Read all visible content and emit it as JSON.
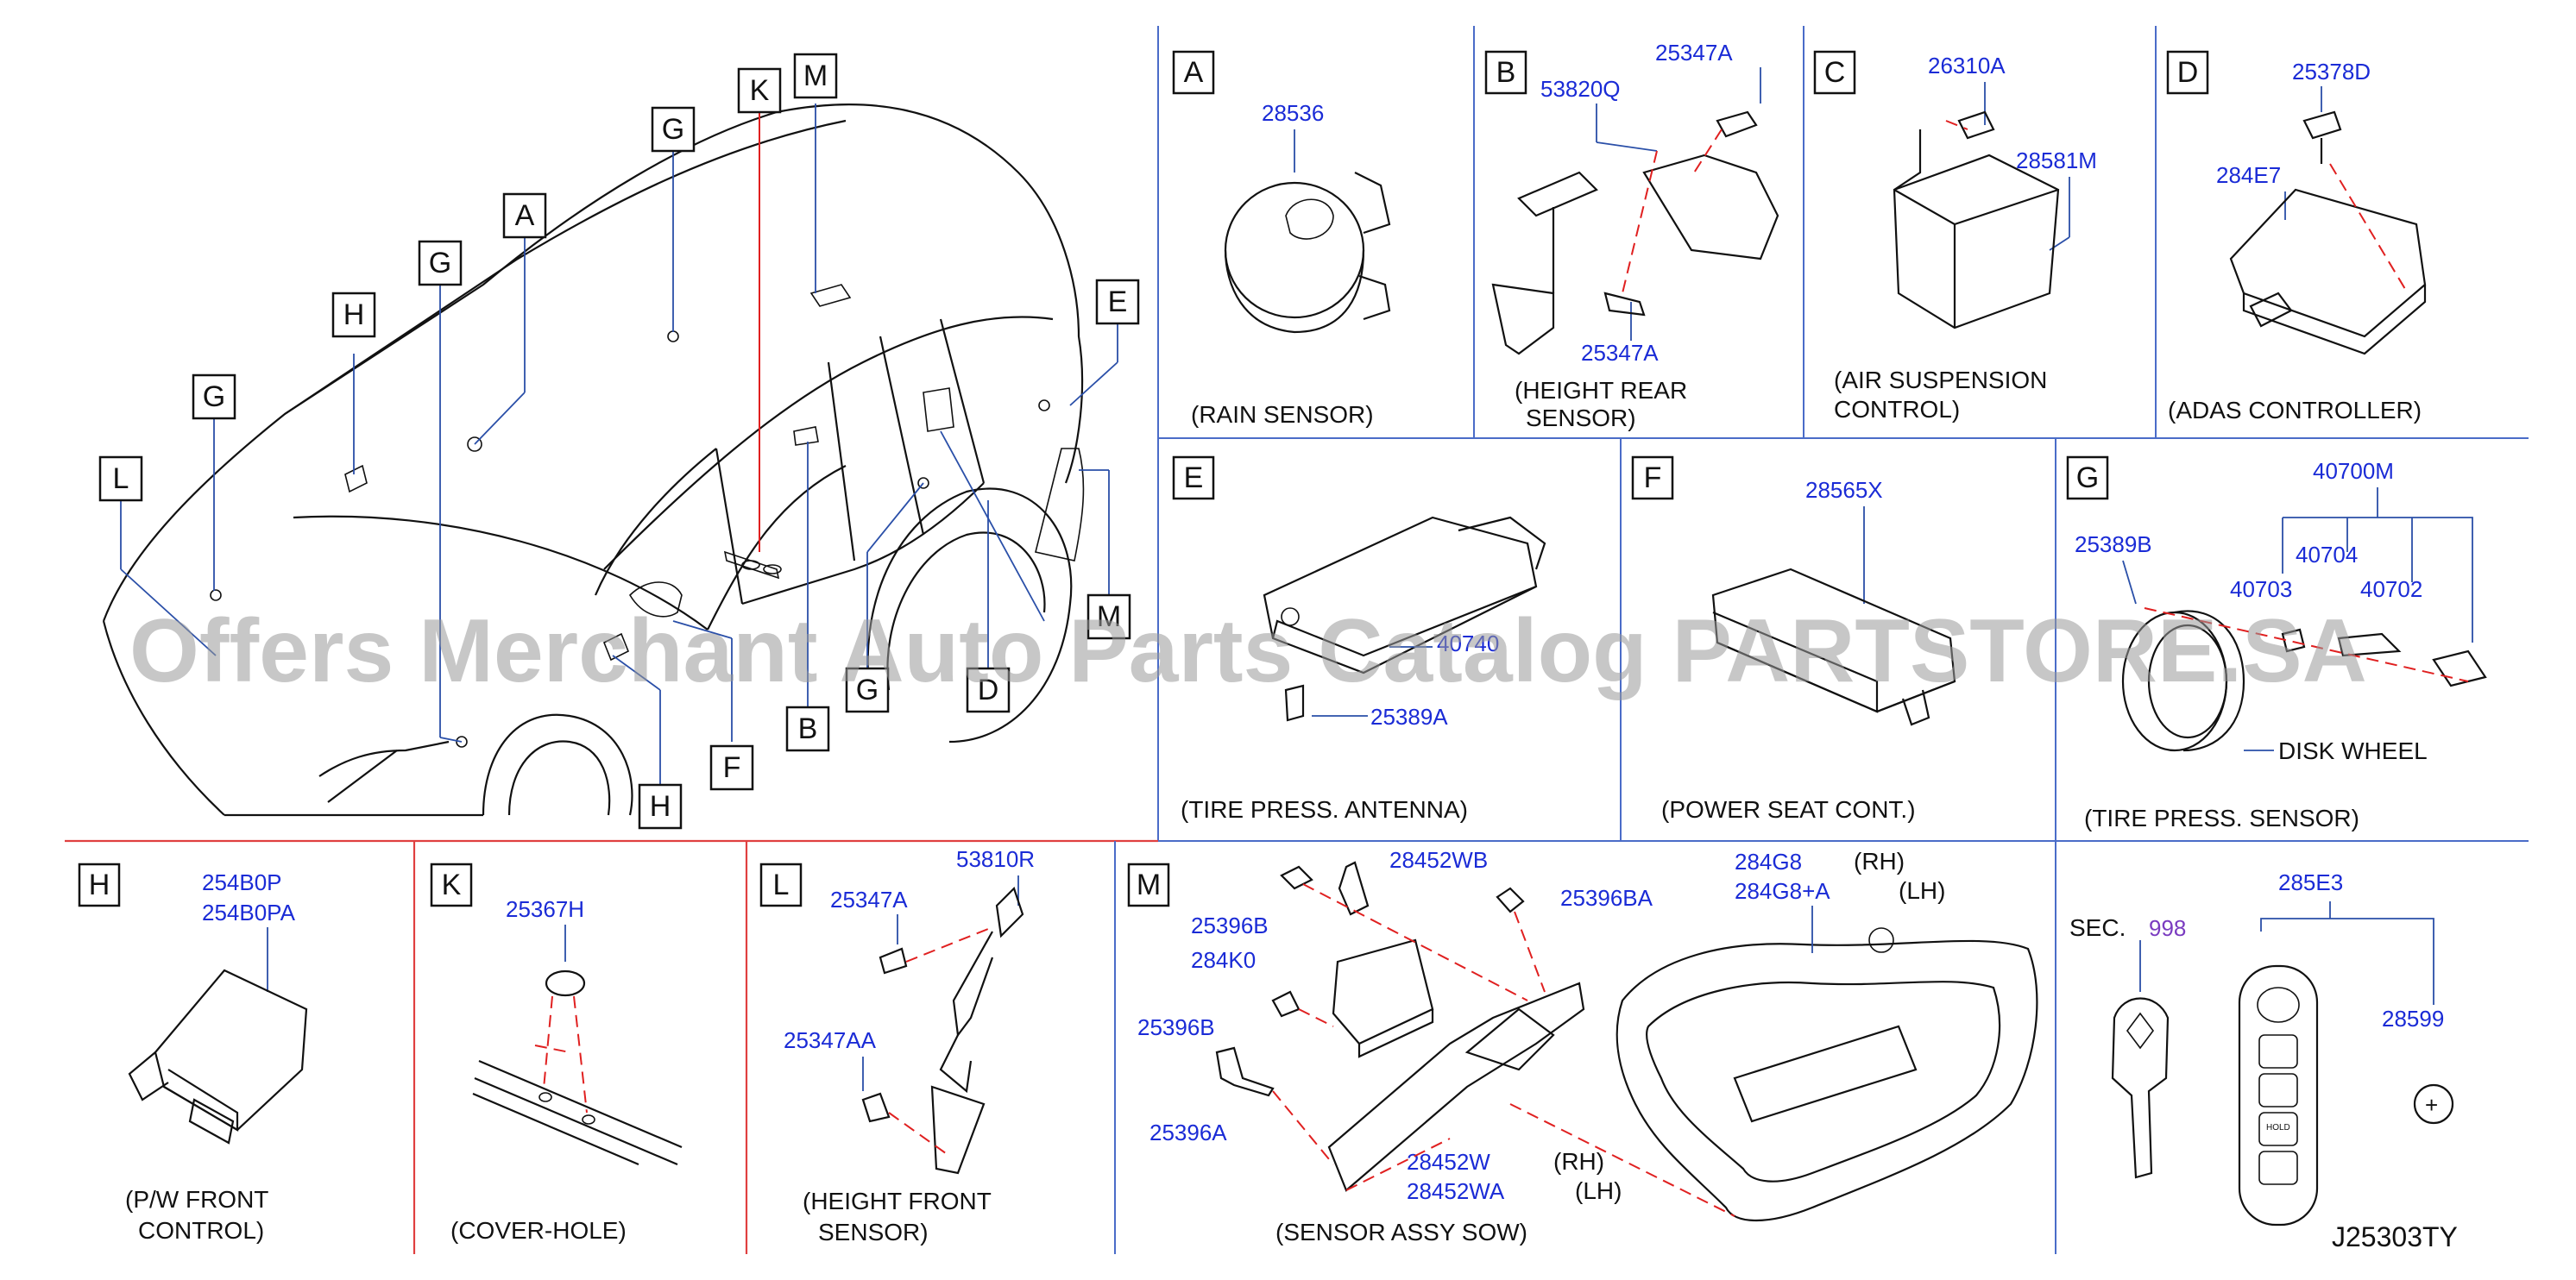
{
  "diagram_code": "J25303TY",
  "watermark": "Offers Merchant Auto Parts Catalog PARTSTORE.SA",
  "vehicle_labels": [
    "A",
    "B",
    "D",
    "E",
    "G",
    "G",
    "G",
    "G",
    "H",
    "H",
    "K",
    "L",
    "M",
    "M",
    "F"
  ],
  "panels": {
    "A": {
      "letter": "A",
      "parts": [
        "28536"
      ],
      "caption": "(RAIN   SENSOR)"
    },
    "B": {
      "letter": "B",
      "parts": [
        "25347A",
        "53820Q",
        "25347A"
      ],
      "caption1": "(HEIGHT   REAR",
      "caption2": "SENSOR)"
    },
    "C": {
      "letter": "C",
      "parts": [
        "26310A",
        "28581M"
      ],
      "caption1": "(AIR   SUSPENSION",
      "caption2": "CONTROL)"
    },
    "D": {
      "letter": "D",
      "parts": [
        "25378D",
        "284E7"
      ],
      "caption": "(ADAS   CONTROLLER)"
    },
    "E": {
      "letter": "E",
      "parts": [
        "40740",
        "25389A"
      ],
      "caption": "(TIRE   PRESS.   ANTENNA)"
    },
    "F": {
      "letter": "F",
      "parts": [
        "28565X"
      ],
      "caption": "(POWER   SEAT   CONT.)"
    },
    "G": {
      "letter": "G",
      "parts": [
        "40700M",
        "25389B",
        "40704",
        "40703",
        "40702"
      ],
      "sub": "DISK   WHEEL",
      "caption": "(TIRE   PRESS.   SENSOR)"
    },
    "H": {
      "letter": "H",
      "parts": [
        "254B0P",
        "254B0PA"
      ],
      "caption1": "(P/W   FRONT",
      "caption2": "CONTROL)"
    },
    "K": {
      "letter": "K",
      "parts": [
        "25367H"
      ],
      "caption": "(COVER-HOLE)"
    },
    "L": {
      "letter": "L",
      "parts": [
        "53810R",
        "25347A",
        "25347AA"
      ],
      "caption1": "(HEIGHT   FRONT",
      "caption2": "SENSOR)"
    },
    "M": {
      "letter": "M",
      "parts": [
        "28452WB",
        "25396BA",
        "25396B",
        "284K0",
        "25396B",
        "25396A",
        "28452W",
        "28452WA",
        "284G8",
        "284G8+A"
      ],
      "rh": "(RH)",
      "lh": "(LH)",
      "caption": "(SENSOR   ASSY   SOW)"
    },
    "KEY": {
      "sec_label": "SEC.",
      "sec_num": "998",
      "parts": [
        "285E3",
        "28599"
      ],
      "hold": "HOLD"
    }
  }
}
